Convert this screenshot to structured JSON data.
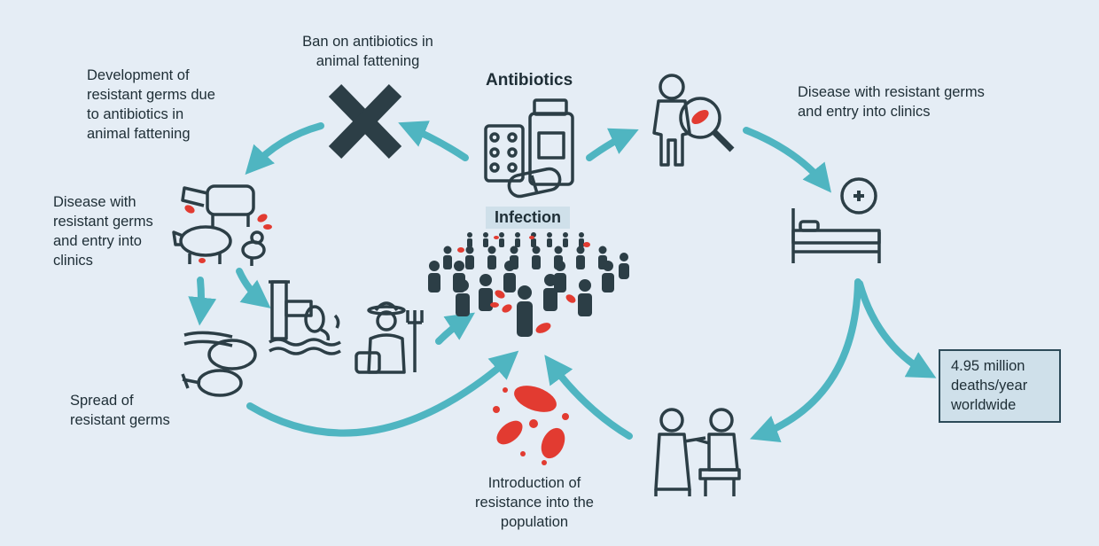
{
  "center": {
    "antibiotics": "Antibiotics",
    "infection": "Infection"
  },
  "labels": {
    "ban": "Ban on antibiotics in\nanimal fattening",
    "development": "Development of\nresistant germs due\nto antibiotics in\nanimal fattening",
    "disease_animals": "Disease with\nresistant germs\nand entry into\nclinics",
    "spread": "Spread of\nresistant germs",
    "introduction": "Introduction of\nresistance into the\npopulation",
    "disease_clinics": "Disease with resistant germs\nand entry into clinics",
    "deaths": "4.95 million\ndeaths/year\nworldwide"
  },
  "icons": [
    "ban-x-icon",
    "pills-bottle-icon",
    "person-magnifier-germ-icon",
    "hospital-bed-icon",
    "doctor-patient-icon",
    "bacteria-icon",
    "crowd-infection-icon",
    "farmer-icon",
    "pipe-wastewater-icon",
    "meat-icon",
    "livestock-icon"
  ],
  "colors": {
    "background": "#e5edf5",
    "arrow": "#4fb5c1",
    "icon": "#2c3e46",
    "germ": "#e23b31",
    "box_fill": "#cfe0ea",
    "box_border": "#2c4a58"
  }
}
